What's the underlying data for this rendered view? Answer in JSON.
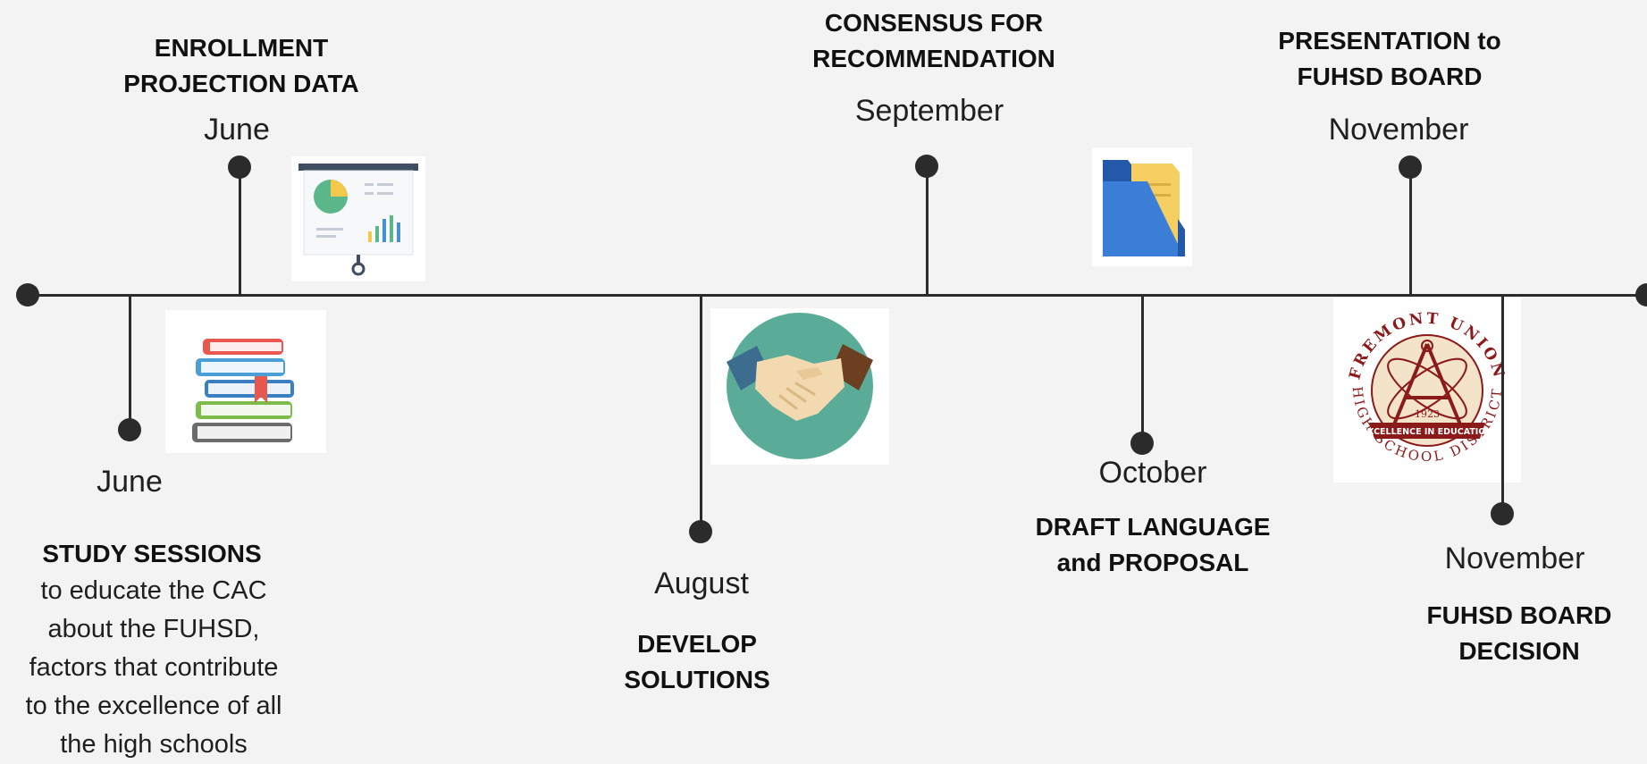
{
  "milestones": [
    {
      "id": "study",
      "month": "June",
      "title": "STUDY SESSIONS",
      "description_lines": [
        "to educate the CAC",
        "about the FUHSD,",
        "factors that contribute",
        "to the excellence of all",
        "the high schools"
      ]
    },
    {
      "id": "enrollment",
      "month": "June",
      "title_lines": [
        "ENROLLMENT",
        "PROJECTION DATA"
      ]
    },
    {
      "id": "develop",
      "month": "August",
      "title_lines": [
        "DEVELOP",
        "SOLUTIONS"
      ]
    },
    {
      "id": "consensus",
      "month": "September",
      "title_lines": [
        "CONSENSUS FOR",
        "RECOMMENDATION"
      ]
    },
    {
      "id": "draft",
      "month": "October",
      "title_lines": [
        "DRAFT LANGUAGE",
        "and PROPOSAL"
      ]
    },
    {
      "id": "presentation",
      "month": "November",
      "title_lines": [
        "PRESENTATION to",
        "FUHSD BOARD"
      ]
    },
    {
      "id": "decision",
      "month": "November",
      "title_lines": [
        "FUHSD BOARD",
        "DECISION"
      ]
    }
  ],
  "seal": {
    "top_text": "FREMONT UNION",
    "bottom_text": "HIGH SCHOOL DISTRICT",
    "year": "1923",
    "banner": "EXCELLENCE IN EDUCATION"
  },
  "icons": [
    "books-icon",
    "presentation-chart-icon",
    "handshake-icon",
    "folder-icon",
    "district-seal-logo"
  ],
  "colors": {
    "line": "#2b2b2b",
    "background": "#f3f3f3",
    "seal_red": "#8b1a1a",
    "handshake_circle": "#5aab97",
    "folder_blue": "#2f6fd0",
    "folder_yellow": "#f6cf63"
  }
}
